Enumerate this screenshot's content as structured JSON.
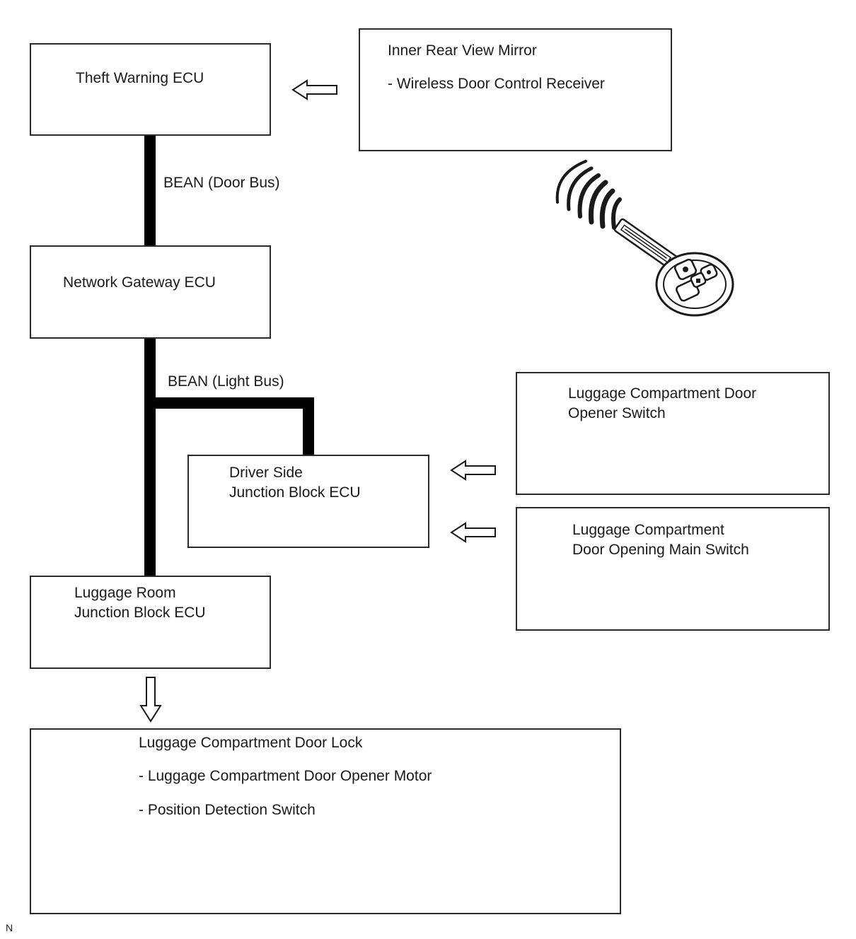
{
  "theft_ecu": {
    "title": "Theft Warning ECU"
  },
  "mirror": {
    "title": "Inner Rear View Mirror",
    "items": [
      "- Wireless Door Control Receiver"
    ]
  },
  "bus_door": {
    "label": "BEAN (Door Bus)"
  },
  "gateway": {
    "title": "Network Gateway ECU"
  },
  "bus_light": {
    "label": "BEAN (Light Bus)"
  },
  "driver_jb": {
    "lines": [
      "Driver Side",
      "Junction Block ECU"
    ]
  },
  "opener_switch": {
    "lines": [
      "Luggage Compartment Door",
      "Opener Switch"
    ]
  },
  "main_switch": {
    "lines": [
      "Luggage Compartment",
      "Door Opening Main Switch"
    ]
  },
  "luggage_jb": {
    "lines": [
      "Luggage Room",
      "Junction Block ECU"
    ]
  },
  "door_lock": {
    "title": "Luggage Compartment Door Lock",
    "items": [
      "- Luggage Compartment Door Opener Motor",
      "- Position Detection Switch"
    ]
  },
  "corner_mark": "N",
  "icons": {
    "transmitter": "wireless-key-transmitter-icon",
    "signal": "radio-waves-icon",
    "arrow": "hollow-arrow-icon"
  }
}
